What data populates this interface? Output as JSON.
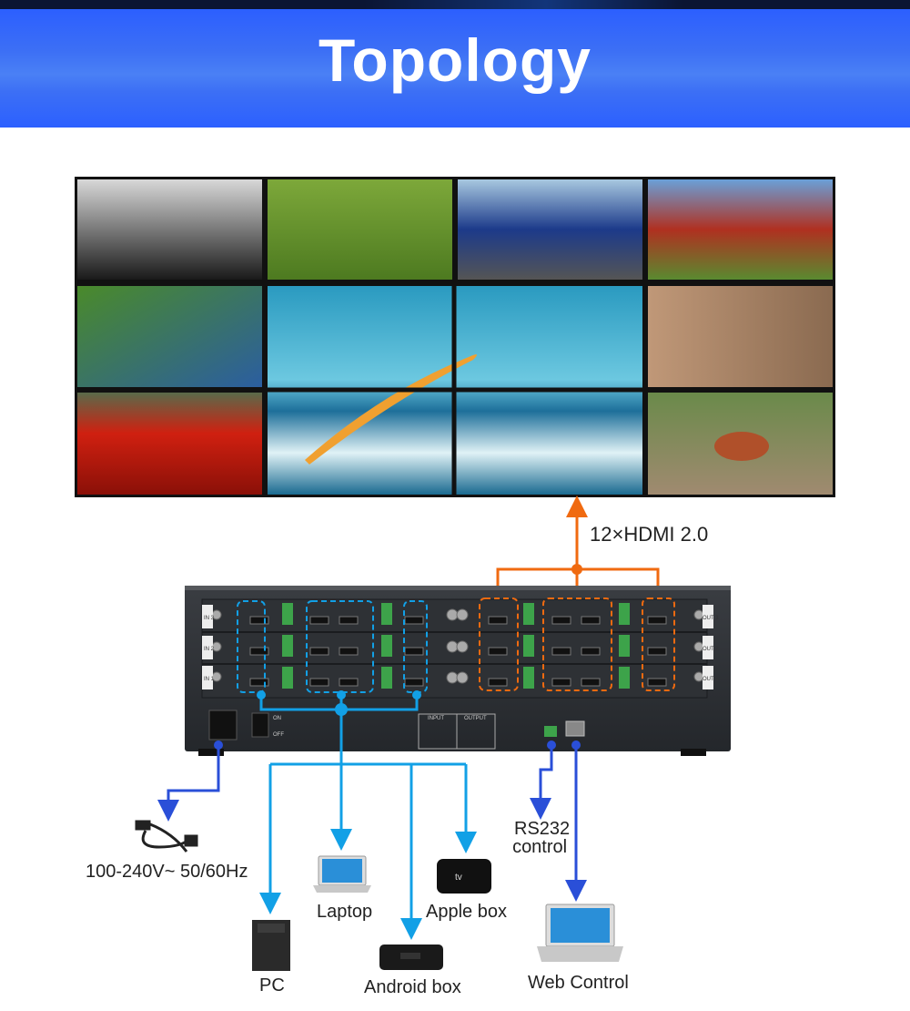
{
  "header": {
    "title": "Topology"
  },
  "video_wall": {
    "columns": 4,
    "rows": 3,
    "tiles": [
      "runway-show",
      "kitten-in-grass",
      "sports-car",
      "fruit-basket",
      "child-picking-fruit",
      "surfer",
      "surfer",
      "model-on-rocks",
      "red-flowers",
      "surfer",
      "surfer",
      "red-panda"
    ]
  },
  "output": {
    "label": "12×HDMI 2.0",
    "color": "#f06a10"
  },
  "device": {
    "inputs": [
      "IN 3",
      "IN 2",
      "IN 1"
    ],
    "outputs": [
      "OUT 3",
      "OUT 2",
      "OUT 1"
    ],
    "power_switch": [
      "ON",
      "OFF"
    ],
    "panel_groups": [
      "INPUT",
      "OUTPUT"
    ]
  },
  "sources": {
    "color": "#12a0e6",
    "items": [
      {
        "label": "PC",
        "icon": "pc-tower-icon"
      },
      {
        "label": "Laptop",
        "icon": "laptop-icon"
      },
      {
        "label": "Android box",
        "icon": "android-box-icon"
      },
      {
        "label": "Apple box",
        "icon": "apple-tv-icon"
      }
    ]
  },
  "control": {
    "color": "#2a4fd8",
    "power": {
      "label": "100-240V~ 50/60Hz",
      "icon": "power-cable-icon"
    },
    "rs232": {
      "line1": "RS232",
      "line2": "control"
    },
    "web": {
      "label": "Web Control",
      "icon": "laptop-icon"
    }
  }
}
